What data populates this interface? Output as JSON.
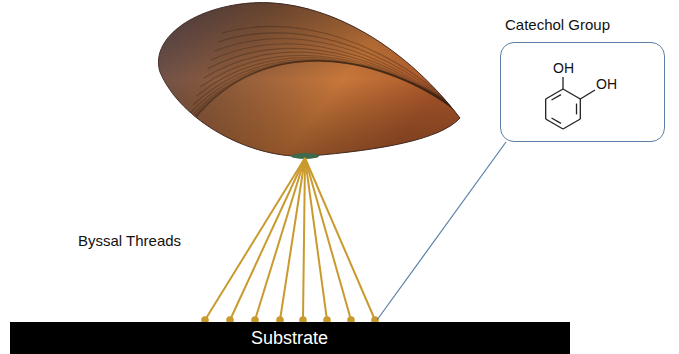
{
  "diagram": {
    "nodes": [
      {
        "text": [
          "Substrate"
        ]
      },
      {
        "text": [
          "Catechol Group",
          "OH",
          "OH"
        ]
      }
    ],
    "labels": [
      "Byssal Threads"
    ]
  }
}
